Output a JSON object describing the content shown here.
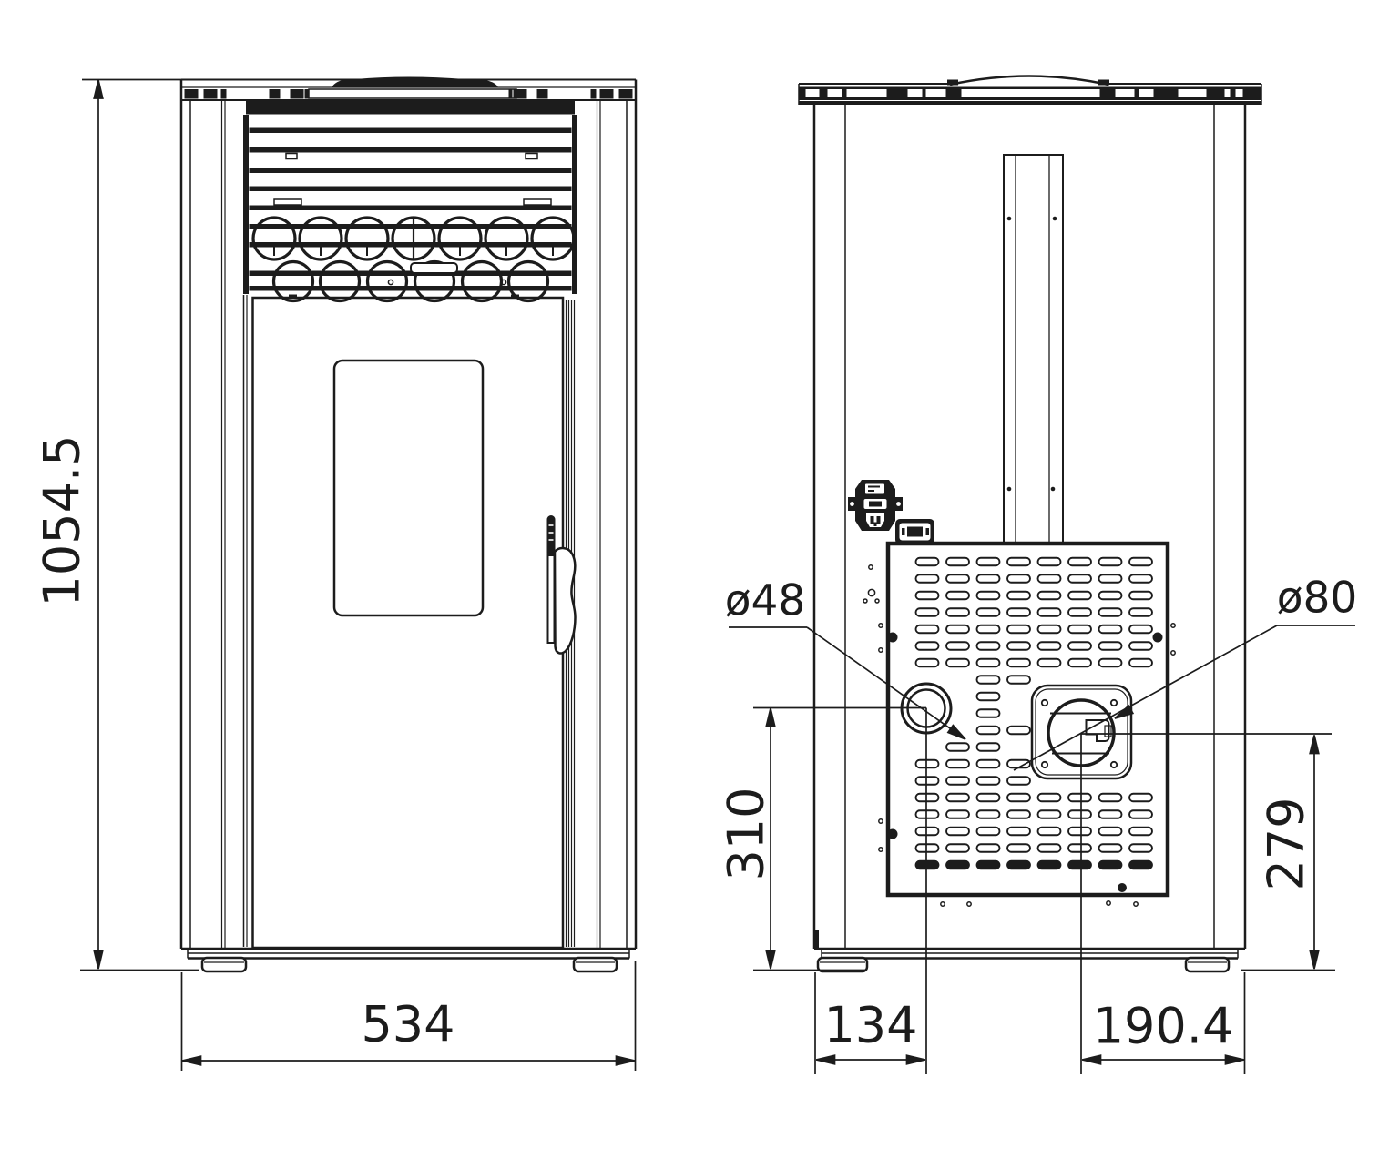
{
  "drawing": {
    "front": {
      "height_label": "1054.5",
      "width_label": "534"
    },
    "rear": {
      "small_port_dia_label": "ø48",
      "large_port_dia_label": "ø80",
      "small_port_height_label": "310",
      "large_port_height_label": "279",
      "small_port_offset_label": "134",
      "large_port_offset_label": "190.4"
    },
    "colors": {
      "ink": "#1c1c1c",
      "paper": "#ffffff"
    }
  }
}
